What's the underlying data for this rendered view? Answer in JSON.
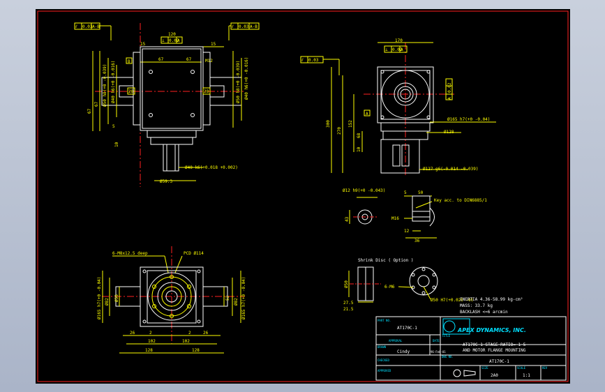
{
  "colors": {
    "background": "#000000",
    "frame": "#ff2020",
    "outline": "#ffffff",
    "dimension": "#ffff00",
    "centerline": "#ff2020",
    "title": "#00e0ff"
  },
  "top_view": {
    "tolerance_left": {
      "value": "0.03",
      "datum": "A-B"
    },
    "tolerance_right": {
      "value": "0.03",
      "datum": "A-B"
    },
    "tolerance_top": {
      "value": "0.02",
      "datum": "A"
    },
    "datum_b": "B",
    "dims": {
      "d15a": "15",
      "d120": "120",
      "d15b": "15",
      "d67a": "67",
      "d67b": "67",
      "m12": "M12",
      "d67c": "67",
      "d67d": "67",
      "d5": "5",
      "d10": "10",
      "d28a": "28",
      "d28b": "28",
      "d40h6": "Ø40 h6(+0 -0.016)",
      "d40h6r": "Ø40 h6(+0 -0.016)",
      "d50h8": "Ø50 h8(+0 -0.039)",
      "d50h8r": "Ø50 h8(+0 -0.039)",
      "d40k6": "Ø40 k6(+0.018 +0.002)",
      "d59": "Ø59.3"
    }
  },
  "side_view": {
    "tolerance_left": {
      "value": "0.03",
      "datum": ""
    },
    "tolerance_top": {
      "value": "0.02",
      "datum": "A"
    },
    "tolerance_right": {
      "value": "0.02",
      "datum": "A"
    },
    "datum_a": "A",
    "dims": {
      "d170": "170",
      "d300": "300",
      "d270": "270",
      "d152": "152",
      "d68": "68",
      "d10": "10",
      "d165": "Ø165 h7(+0 -0.04)",
      "d128": "Ø128",
      "d127": "Ø127 g6(-0.014 -0.039)"
    }
  },
  "bottom_view": {
    "callouts": {
      "holes": "6-M8x12.5 deep",
      "pcd": "PCD Ø114"
    },
    "dims": {
      "d165l": "Ø165 h7(+0 -0.04)",
      "d165r": "Ø165 h7(+0 -0.04)",
      "d82a": "Ø82",
      "d82b": "Ø82",
      "d56": "Ø56",
      "d52": "52",
      "d26a": "26",
      "d2a": "2",
      "d2b": "2",
      "d26b": "26",
      "d102a": "102",
      "d102b": "102",
      "d128a": "128",
      "d128b": "128"
    }
  },
  "shaft_detail": {
    "dims": {
      "d12h9": "Ø12 h9(+0 -0.043)",
      "d5": "5",
      "d50": "50",
      "key": "Key acc. to DIN6885/1",
      "m16": "M16",
      "d43": "43",
      "d12": "12",
      "d36": "36"
    }
  },
  "disc_detail": {
    "title": "Shrink Disc ( Option )",
    "dims": {
      "d50a": "Ø50",
      "d27": "27.5",
      "d21": "21.5",
      "m6": "6-M6",
      "d50h7": "Ø50 H7(+0.025 -0)"
    }
  },
  "specs": {
    "inertia": "INERTIA  4.36-58.99 kg-cm²",
    "mass": "MASS: 33.7 kg",
    "backlash": "BACKLASH  <=6 arcmin"
  },
  "title_block": {
    "part_no_label": "PART NO.",
    "part_no": "AT170C-1",
    "approved_label": "APPROVAL",
    "date_label": "DATE",
    "drawn_label": "DRAWN",
    "drawn_by": "Cindy",
    "drawn_date": "96-Feb-01",
    "checked_label": "CHECKED",
    "approved2_label": "APPROVED",
    "title_label": "TITLE",
    "company": "APEX DYNAMICS, INC.",
    "title_line1": "AT170C-1 STAGE  RATIO= 1-5",
    "title_line2": "AND MOTOR FLANGE MOUNTING",
    "dwg_label": "DWG NO.",
    "dwg_no": "AT170C-1",
    "size_label": "SIZE",
    "size": "2A0",
    "scale_label": "SCALE",
    "scale": "1:1",
    "rev_label": "REV"
  }
}
